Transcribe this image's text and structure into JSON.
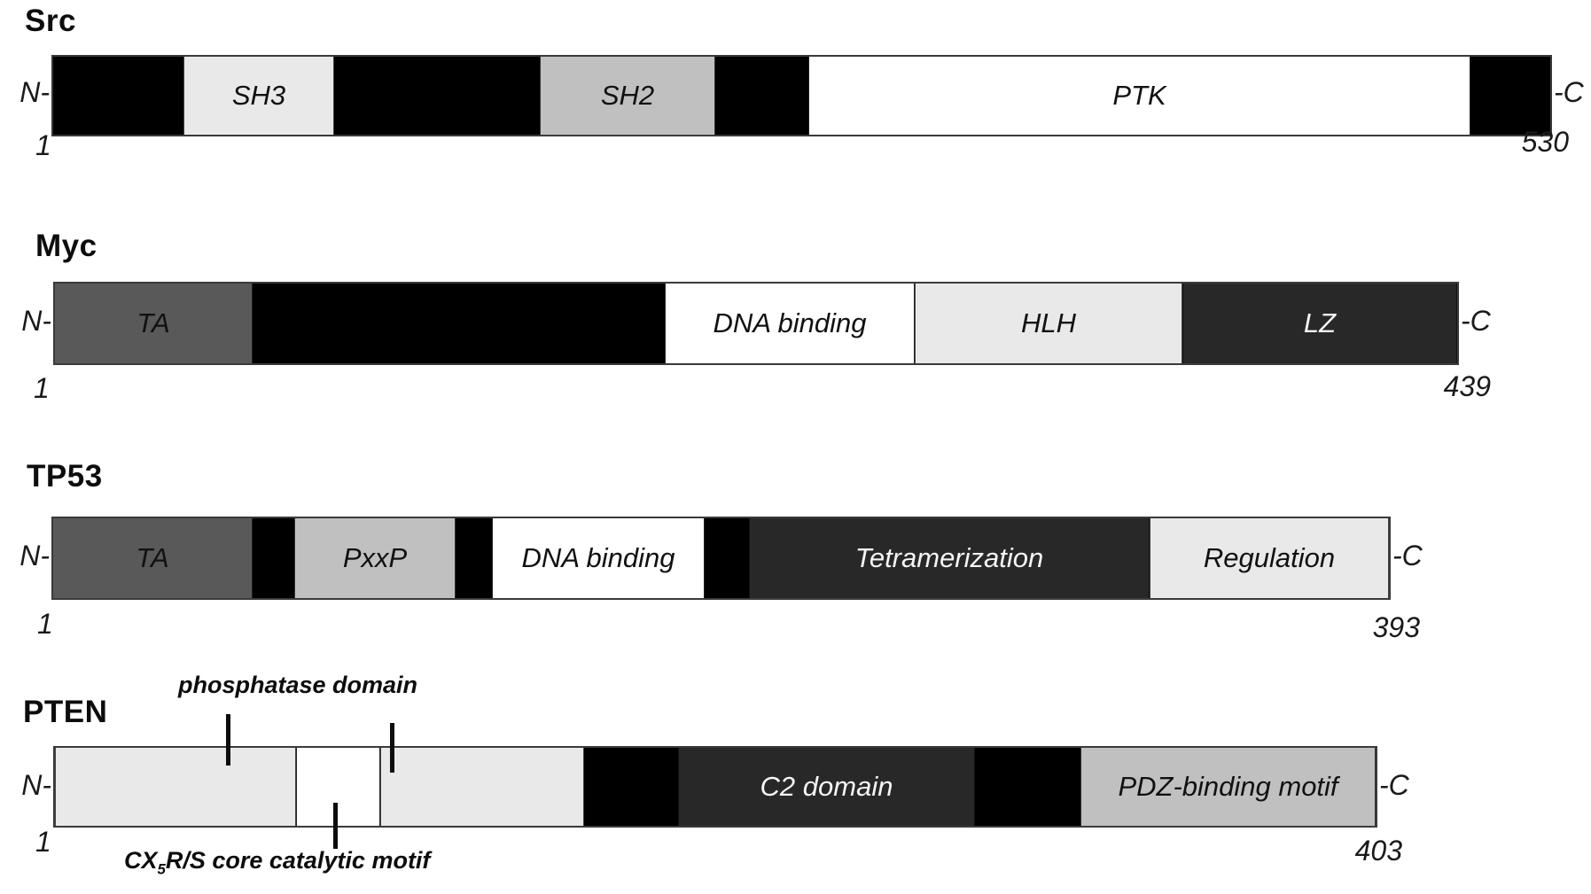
{
  "palette": {
    "segment_black": "#000000",
    "segment_darkest_gray": "#282828",
    "segment_dark_gray": "#595959",
    "segment_mid_gray": "#c0c0c0",
    "segment_light_gray": "#e9e9e9",
    "segment_white": "#ffffff",
    "text": "#0d0d0d"
  },
  "proteins": [
    {
      "name": "Src",
      "n_label": "N-",
      "c_label": "-C",
      "start_residue": "1",
      "end_residue": "530",
      "segments": [
        {
          "label": ""
        },
        {
          "label": "SH3"
        },
        {
          "label": ""
        },
        {
          "label": "SH2"
        },
        {
          "label": ""
        },
        {
          "label": "PTK"
        },
        {
          "label": ""
        }
      ]
    },
    {
      "name": "Myc",
      "n_label": "N-",
      "c_label": "-C",
      "start_residue": "1",
      "end_residue": "439",
      "segments": [
        {
          "label": "TA"
        },
        {
          "label": ""
        },
        {
          "label": "DNA binding"
        },
        {
          "label": "HLH"
        },
        {
          "label": "LZ"
        }
      ]
    },
    {
      "name": "TP53",
      "n_label": "N-",
      "c_label": "-C",
      "start_residue": "1",
      "end_residue": "393",
      "segments": [
        {
          "label": "TA"
        },
        {
          "label": ""
        },
        {
          "label": "PxxP"
        },
        {
          "label": ""
        },
        {
          "label": "DNA binding"
        },
        {
          "label": ""
        },
        {
          "label": "Tetramerization"
        },
        {
          "label": "Regulation"
        }
      ]
    },
    {
      "name": "PTEN",
      "n_label": "N-",
      "c_label": "-C",
      "start_residue": "1",
      "end_residue": "403",
      "segments": [
        {
          "label": ""
        },
        {
          "label": ""
        },
        {
          "label": ""
        },
        {
          "label": ""
        },
        {
          "label": "C2 domain"
        },
        {
          "label": ""
        },
        {
          "label": "PDZ-binding motif"
        }
      ],
      "annotations": {
        "top": "phosphatase domain",
        "bottom_prefix": "CX",
        "bottom_sub": "5",
        "bottom_suffix": "R/S core catalytic motif"
      }
    }
  ]
}
